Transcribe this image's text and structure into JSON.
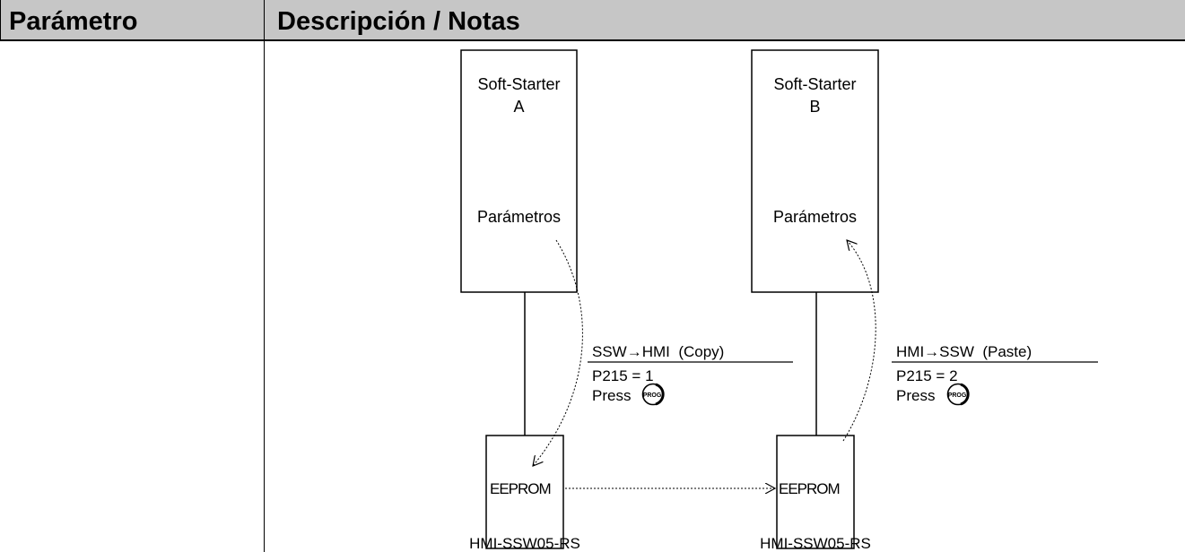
{
  "header": {
    "col1": "Parámetro",
    "col2": "Descripción / Notas"
  },
  "diagram": {
    "starter_a": {
      "line1": "Soft-Starter",
      "line2": "A",
      "params": "Parámetros"
    },
    "starter_b": {
      "line1": "Soft-Starter",
      "line2": "B",
      "params": "Parámetros"
    },
    "copy": {
      "title": "SSW→HMI  (Copy)",
      "param": "P215 = 1",
      "press": "Press"
    },
    "paste": {
      "title": "HMI→SSW  (Paste)",
      "param": "P215 = 2",
      "press": "Press"
    },
    "prog_key_label": "PROG",
    "eeprom_a": "EEPROM",
    "eeprom_b": "EEPROM",
    "hmi_a_label": "HMI-SSW05-RS",
    "hmi_b_label": "HMI-SSW05-RS"
  }
}
